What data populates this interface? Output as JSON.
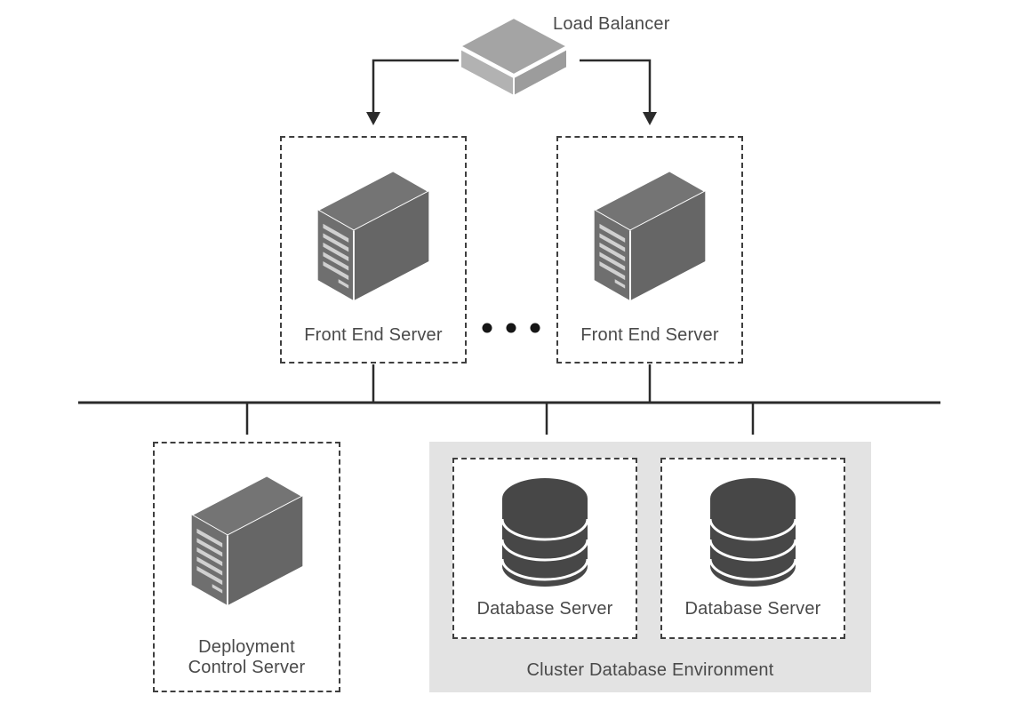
{
  "diagram": {
    "load_balancer": {
      "label": "Load Balancer",
      "icon": "load-balancer-slab-icon"
    },
    "front_end_servers": [
      {
        "label": "Front End Server",
        "icon": "server-tower-icon"
      },
      {
        "label": "Front End Server",
        "icon": "server-tower-icon"
      }
    ],
    "ellipsis_icon": "ellipsis-dots-icon",
    "deployment_server": {
      "label_lines": [
        "Deployment",
        "Control Server"
      ],
      "icon": "server-tower-icon"
    },
    "cluster_environment": {
      "label": "Cluster Database Environment",
      "database_servers": [
        {
          "label": "Database Server",
          "icon": "database-cylinder-icon"
        },
        {
          "label": "Database Server",
          "icon": "database-cylinder-icon"
        }
      ]
    },
    "colors": {
      "background": "#ffffff",
      "text": "#4a4a4a",
      "connector": "#2b2b2b",
      "dashed_border": "#3f3f3f",
      "server_fill": "#6f6f6f",
      "server_vents": "#d0d0d0",
      "database_fill": "#474747",
      "load_balancer_fill": "#a4a4a4",
      "environment_background": "#e3e3e3"
    }
  }
}
